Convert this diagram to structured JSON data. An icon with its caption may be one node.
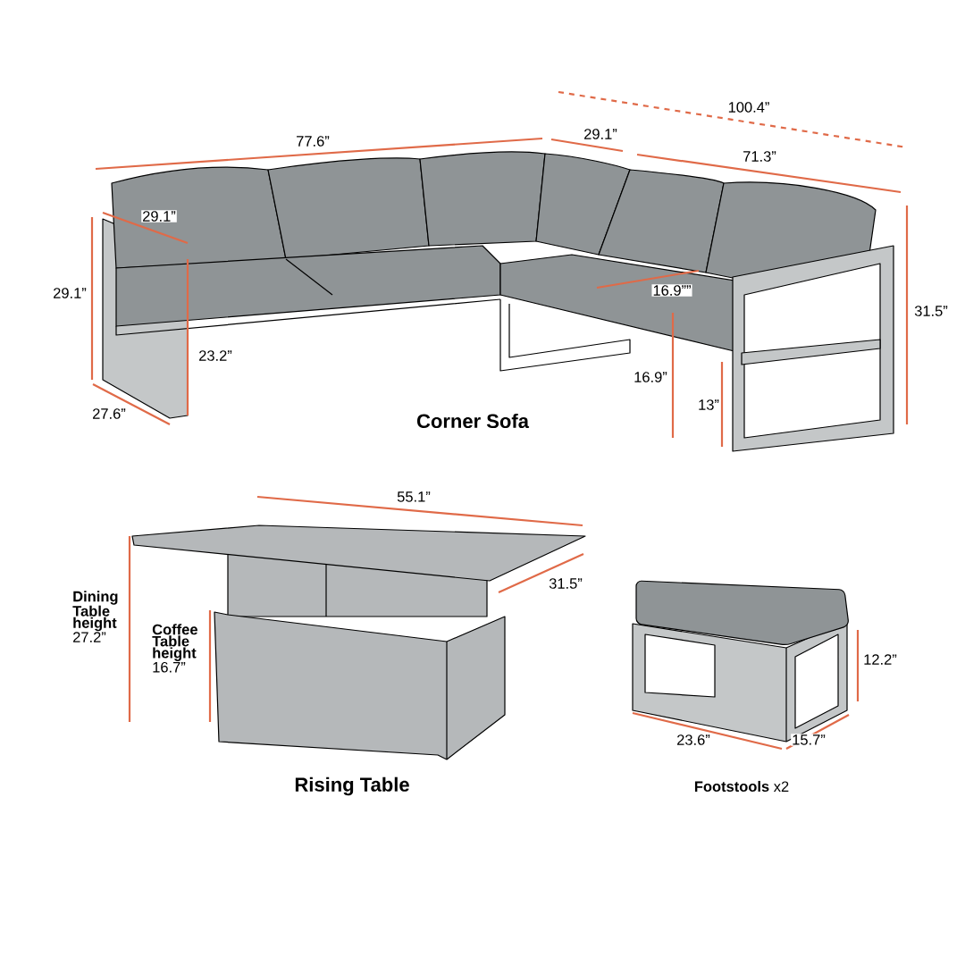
{
  "diagram": {
    "labels": [
      "100.4”",
      "77.6”",
      "29.1”",
      "71.3”",
      "29.1”",
      "29.1”",
      "31.5”",
      "16.9””",
      "23.2”",
      "16.9”",
      "13”",
      "27.6”",
      "Corner Sofa",
      "55.1”",
      "31.5”",
      "**Dining Table height** 27.2”",
      "**Coffee Table height** 16.7”",
      "12.2”",
      "23.6”",
      "15.7”",
      "Rising Table",
      "**Footstools** x2"
    ]
  }
}
